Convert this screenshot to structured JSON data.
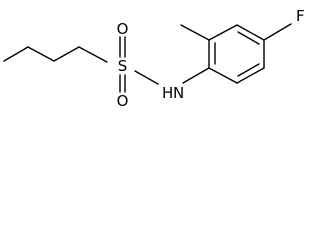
{
  "atoms": {
    "sulfur": "S",
    "oxygen_top": "O",
    "oxygen_bottom": "O",
    "nitrogen": "N",
    "nitrogen_h": "H",
    "fluorine": "F"
  }
}
